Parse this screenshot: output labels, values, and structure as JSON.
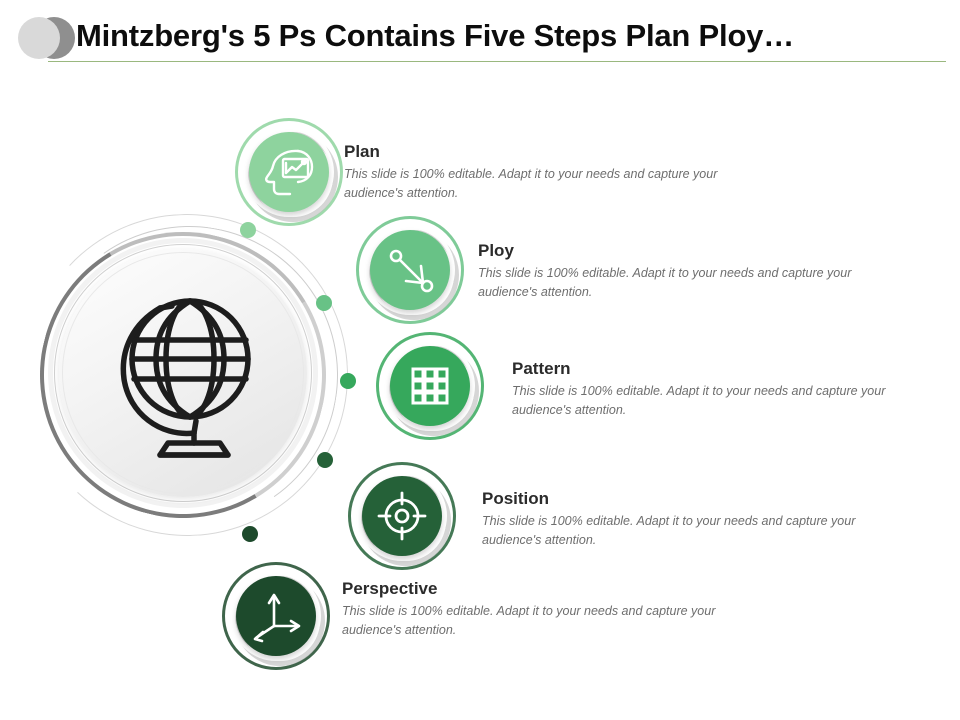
{
  "slide": {
    "title": "Mintzberg's 5 Ps Contains Five Steps Plan Ploy…",
    "accent_rule_color": "#9ab87f",
    "background": "#ffffff"
  },
  "hub": {
    "icon": "globe-icon",
    "label": "globe"
  },
  "body_text": "This slide is 100% editable. Adapt it to your needs and capture your audience's attention.",
  "steps": [
    {
      "id": "plan",
      "title": "Plan",
      "body": "This slide is 100% editable. Adapt it to your needs and capture your audience's attention.",
      "icon": "head-chart-icon",
      "color": "#8ed39e"
    },
    {
      "id": "ploy",
      "title": "Ploy",
      "body": "This slide is 100% editable. Adapt it to your needs and capture your audience's attention.",
      "icon": "diagonal-arrow-nodes-icon",
      "color": "#68c286"
    },
    {
      "id": "pattern",
      "title": "Pattern",
      "body": "This slide is 100% editable. Adapt it to your needs and capture your audience's attention.",
      "icon": "grid-squares-icon",
      "color": "#36a85c"
    },
    {
      "id": "position",
      "title": "Position",
      "body": "This slide is 100% editable. Adapt it to your needs and capture your audience's attention.",
      "icon": "crosshair-target-icon",
      "color": "#256138"
    },
    {
      "id": "perspective",
      "title": "Perspective",
      "body": "This slide is 100% editable. Adapt it to your needs and capture your audience's attention.",
      "icon": "three-axis-icon",
      "color": "#1d4a2c"
    }
  ]
}
